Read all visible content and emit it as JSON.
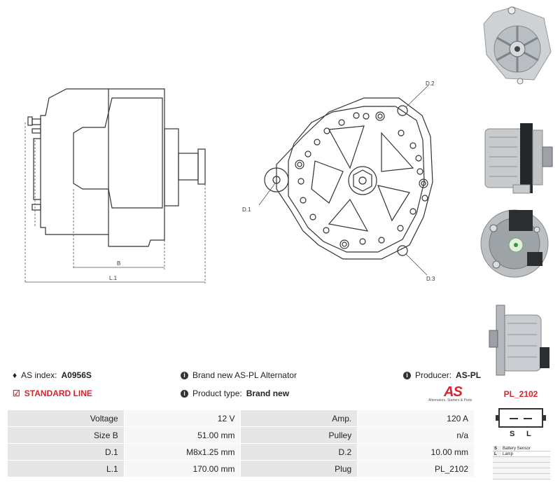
{
  "diagram": {
    "labels": {
      "d1": "D.1",
      "d2": "D.2",
      "d3": "D.3",
      "b": "B",
      "l1": "L.1"
    }
  },
  "photos": [
    {
      "name": "front-view-photo"
    },
    {
      "name": "side-view-photo"
    },
    {
      "name": "rear-view-photo"
    },
    {
      "name": "side-profile-photo"
    }
  ],
  "info": {
    "as_index_label": "AS index:",
    "as_index_value": "A0956S",
    "standard_line": "STANDARD LINE",
    "brand_text": "Brand new AS-PL Alternator",
    "product_type_label": "Product type:",
    "product_type_value": "Brand new",
    "producer_label": "Producer:",
    "producer_value": "AS-PL"
  },
  "logo": {
    "mark": "AS",
    "tagline": "Alternators, Starters & Parts"
  },
  "specs": [
    {
      "label1": "Voltage",
      "value1": "12 V",
      "label2": "Amp.",
      "value2": "120 A"
    },
    {
      "label1": "Size B",
      "value1": "51.00 mm",
      "label2": "Pulley",
      "value2": "n/a"
    },
    {
      "label1": "D.1",
      "value1": "M8x1.25 mm",
      "label2": "D.2",
      "value2": "10.00 mm"
    },
    {
      "label1": "L.1",
      "value1": "170.00 mm",
      "label2": "Plug",
      "value2": "PL_2102"
    }
  ],
  "plug": {
    "title": "PL_2102",
    "pin_s": "S",
    "pin_l": "L",
    "legend": [
      {
        "key": "S",
        "desc": "Battery Sensor"
      },
      {
        "key": "L",
        "desc": "Lamp"
      }
    ]
  },
  "colors": {
    "accent": "#d9232e",
    "table_label_bg": "#e6e6e6",
    "table_value_bg": "#f7f7f7"
  }
}
